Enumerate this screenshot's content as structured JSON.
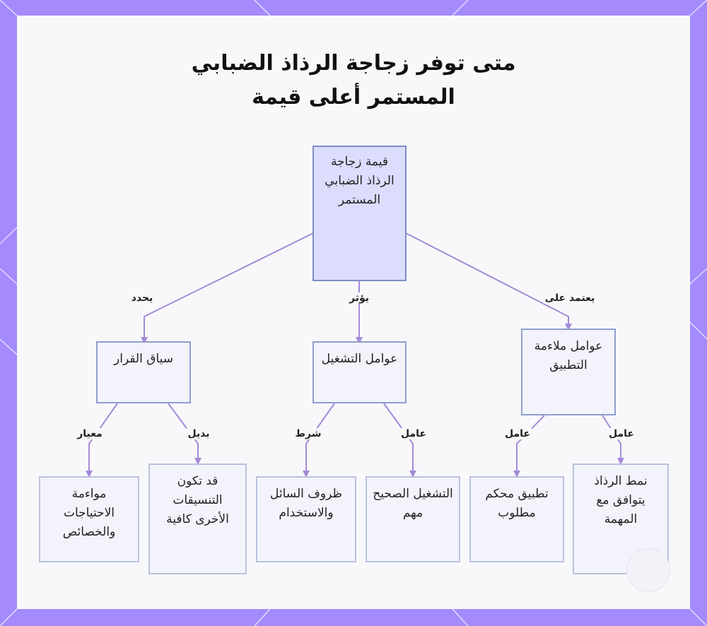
{
  "title_line1": "متى توفر زجاجة الرذاذ الضبابي",
  "title_line2": "المستمر أعلى قيمة",
  "root": "قيمة زجاجة الرذاذ الضبابي المستمر",
  "branches": {
    "left": {
      "edge": "يحدد",
      "label": "سياق القرار"
    },
    "middle": {
      "edge": "يؤثر",
      "label": "عوامل التشغيل"
    },
    "right": {
      "edge": "يعتمد على",
      "label": "عوامل ملاءمة التطبيق"
    }
  },
  "leaves": {
    "l1": {
      "edge": "معيار",
      "label": "مواءمة الاحتياجات والخصائص"
    },
    "l2": {
      "edge": "بديل",
      "label": "قد تكون التنسيقات الأخرى كافية"
    },
    "m1": {
      "edge": "شرط",
      "label": "ظروف السائل والاستخدام"
    },
    "m2": {
      "edge": "عامل",
      "label": "التشغيل الصحيح مهم"
    },
    "r1": {
      "edge": "عامل",
      "label": "تطبيق محكم مطلوب"
    },
    "r2": {
      "edge": "عامل",
      "label": "نمط الرذاذ يتوافق مع المهمة"
    }
  },
  "colors": {
    "background": "#a48afc",
    "card": "#f8f8fb",
    "edge": "#a48ad8",
    "root_fill": "#dcdcfd",
    "node_fill": "#f3f3fc"
  }
}
